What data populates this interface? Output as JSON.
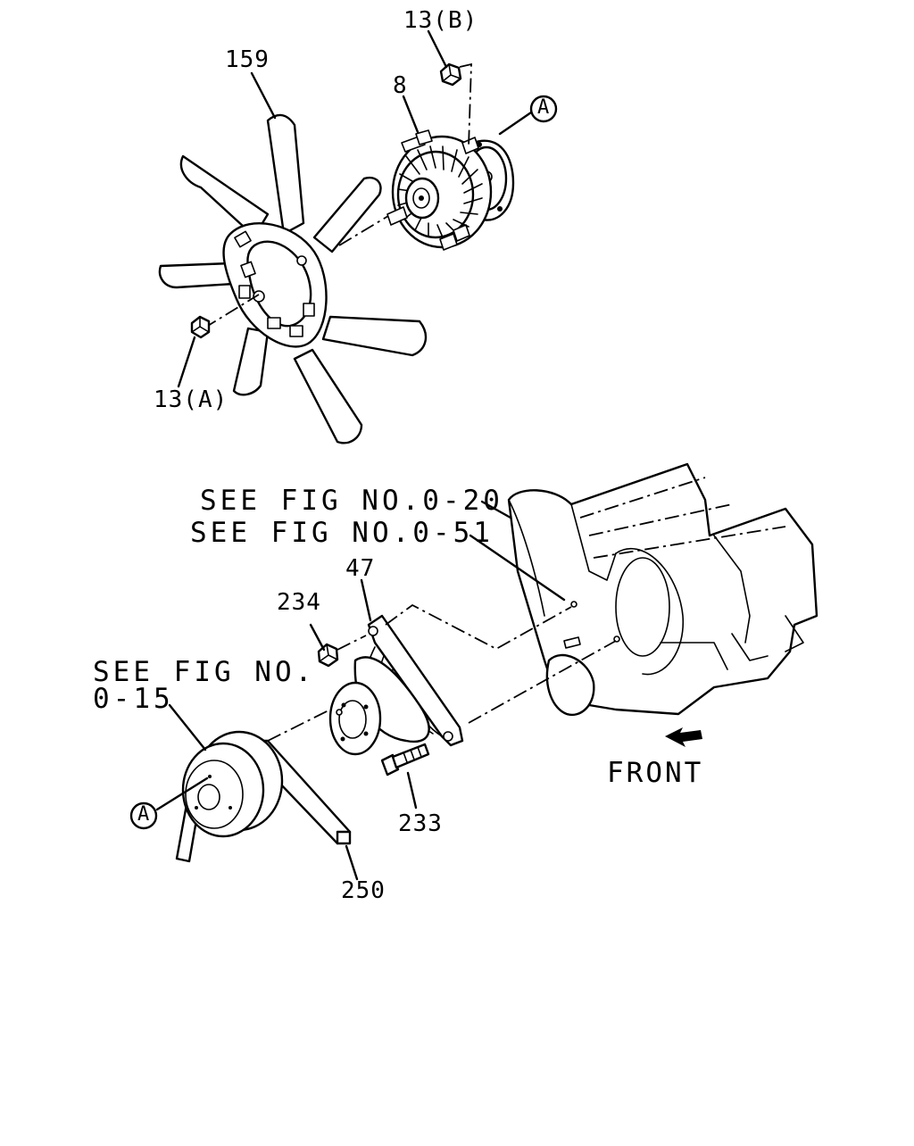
{
  "callouts": {
    "fan": "159",
    "nut_b": "13(B)",
    "clutch": "8",
    "ref_a_top": "A",
    "nut_a": "13(A)",
    "see_fig_020": "SEE FIG NO.0-20",
    "see_fig_051": "SEE FIG NO.0-51",
    "bracket": "47",
    "nut_234": "234",
    "see_fig_015_line1": "SEE FIG NO.",
    "see_fig_015_line2": "0-15",
    "ref_a_bottom": "A",
    "bolt_233": "233",
    "belt_250": "250",
    "front": "FRONT"
  },
  "icons": {
    "front_arrow": "front-direction-arrow-icon"
  }
}
